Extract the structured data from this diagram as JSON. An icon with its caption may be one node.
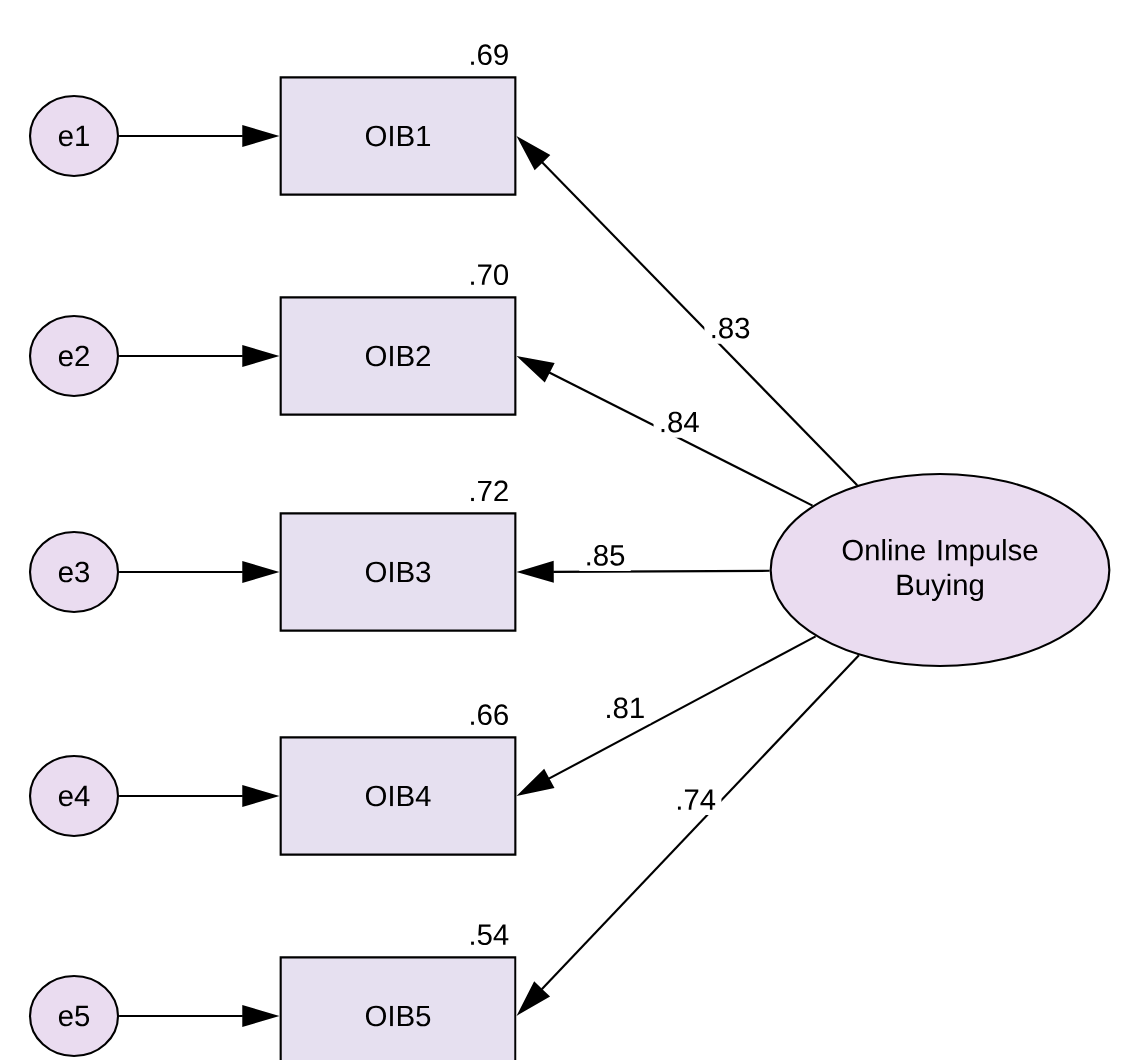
{
  "diagram": {
    "nodes": [
      {
        "text": [
          "e1"
        ]
      },
      {
        "text": [
          "OIB1"
        ],
        "beside": [
          ".69"
        ]
      },
      {
        "text": [
          "e2"
        ]
      },
      {
        "text": [
          "OIB2"
        ],
        "beside": [
          ".70"
        ]
      },
      {
        "text": [
          "e3"
        ]
      },
      {
        "text": [
          "OIB3"
        ],
        "beside": [
          ".72"
        ]
      },
      {
        "text": [
          "e4"
        ]
      },
      {
        "text": [
          "OIB4"
        ],
        "beside": [
          ".66"
        ]
      },
      {
        "text": [
          "e5"
        ]
      },
      {
        "text": [
          "OIB5"
        ],
        "beside": [
          ".54"
        ]
      },
      {
        "text": [
          "Online Impulse Buying"
        ]
      }
    ],
    "edges": [
      {
        "from": 0,
        "to": 1,
        "arrow": "to"
      },
      {
        "from": 2,
        "to": 3,
        "arrow": "to"
      },
      {
        "from": 4,
        "to": 5,
        "arrow": "to"
      },
      {
        "from": 6,
        "to": 7,
        "arrow": "to"
      },
      {
        "from": 8,
        "to": 9,
        "arrow": "to"
      },
      {
        "from": 10,
        "to": 1,
        "arrow": "to",
        "label": ".83"
      },
      {
        "from": 10,
        "to": 3,
        "arrow": "to",
        "label": ".84"
      },
      {
        "from": 10,
        "to": 5,
        "arrow": "to",
        "label": ".85"
      },
      {
        "from": 10,
        "to": 7,
        "arrow": "to",
        "label": ".81"
      },
      {
        "from": 10,
        "to": 9,
        "arrow": "to",
        "label": ".74"
      }
    ]
  }
}
